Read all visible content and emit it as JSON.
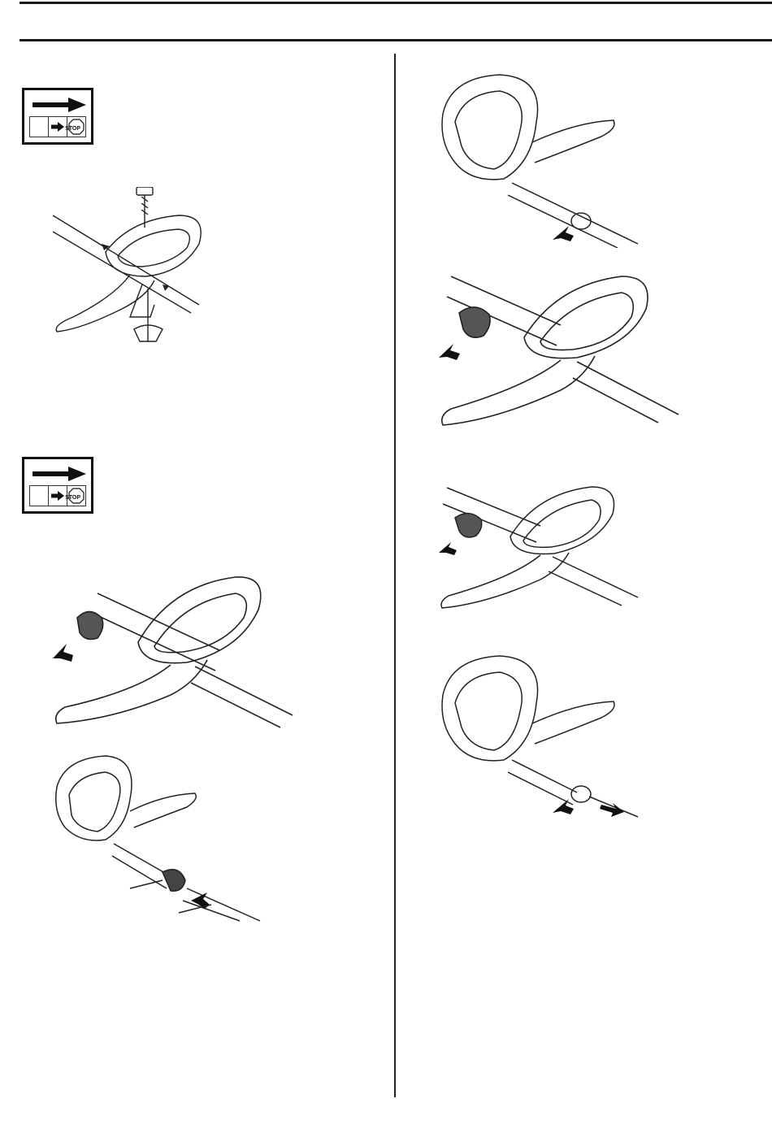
{
  "page": {
    "badges": [
      {
        "id": "badge-1",
        "stop_label": "STOP"
      },
      {
        "id": "badge-2",
        "stop_label": "STOP"
      }
    ]
  },
  "figures": [
    {
      "id": "assembly-exploded",
      "icon": "handle-assembly-exploded"
    },
    {
      "id": "handle-knob-left",
      "icon": "handle-knob"
    },
    {
      "id": "handle-attach-shaft",
      "icon": "handle-attach"
    },
    {
      "id": "front-handle-clamp-top",
      "icon": "handle-clamp"
    },
    {
      "id": "handle-knob-right-1",
      "icon": "handle-knob"
    },
    {
      "id": "handle-knob-right-2",
      "icon": "handle-knob"
    },
    {
      "id": "front-handle-release",
      "icon": "handle-release"
    }
  ]
}
